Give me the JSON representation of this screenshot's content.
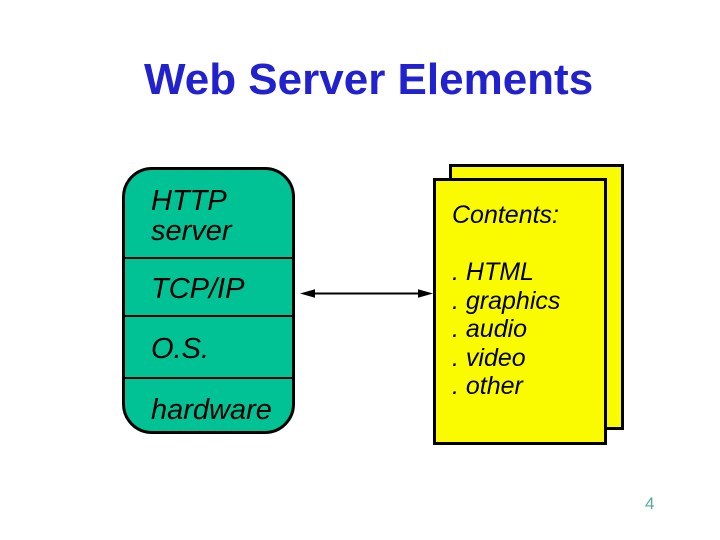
{
  "slide": {
    "title": "Web Server Elements",
    "page_number": "4"
  },
  "stack": {
    "layers": [
      {
        "label": "HTTP server"
      },
      {
        "label": "TCP/IP"
      },
      {
        "label": "O.S."
      },
      {
        "label": "hardware"
      }
    ]
  },
  "connector": {
    "type": "double-headed-arrow",
    "from": "server stack",
    "to": "contents panel"
  },
  "contents_panel": {
    "heading": "Contents:",
    "items": [
      {
        "label": ". HTML"
      },
      {
        "label": ". graphics"
      },
      {
        "label": ". audio"
      },
      {
        "label": ". video"
      },
      {
        "label": ". other"
      }
    ]
  },
  "colors": {
    "title_blue": "#2121CE",
    "stack_green": "#00C294",
    "panel_yellow": "#FBFB00",
    "outline_black": "#000000",
    "page_number_teal": "#56AB96",
    "background": "#FFFFFF"
  }
}
